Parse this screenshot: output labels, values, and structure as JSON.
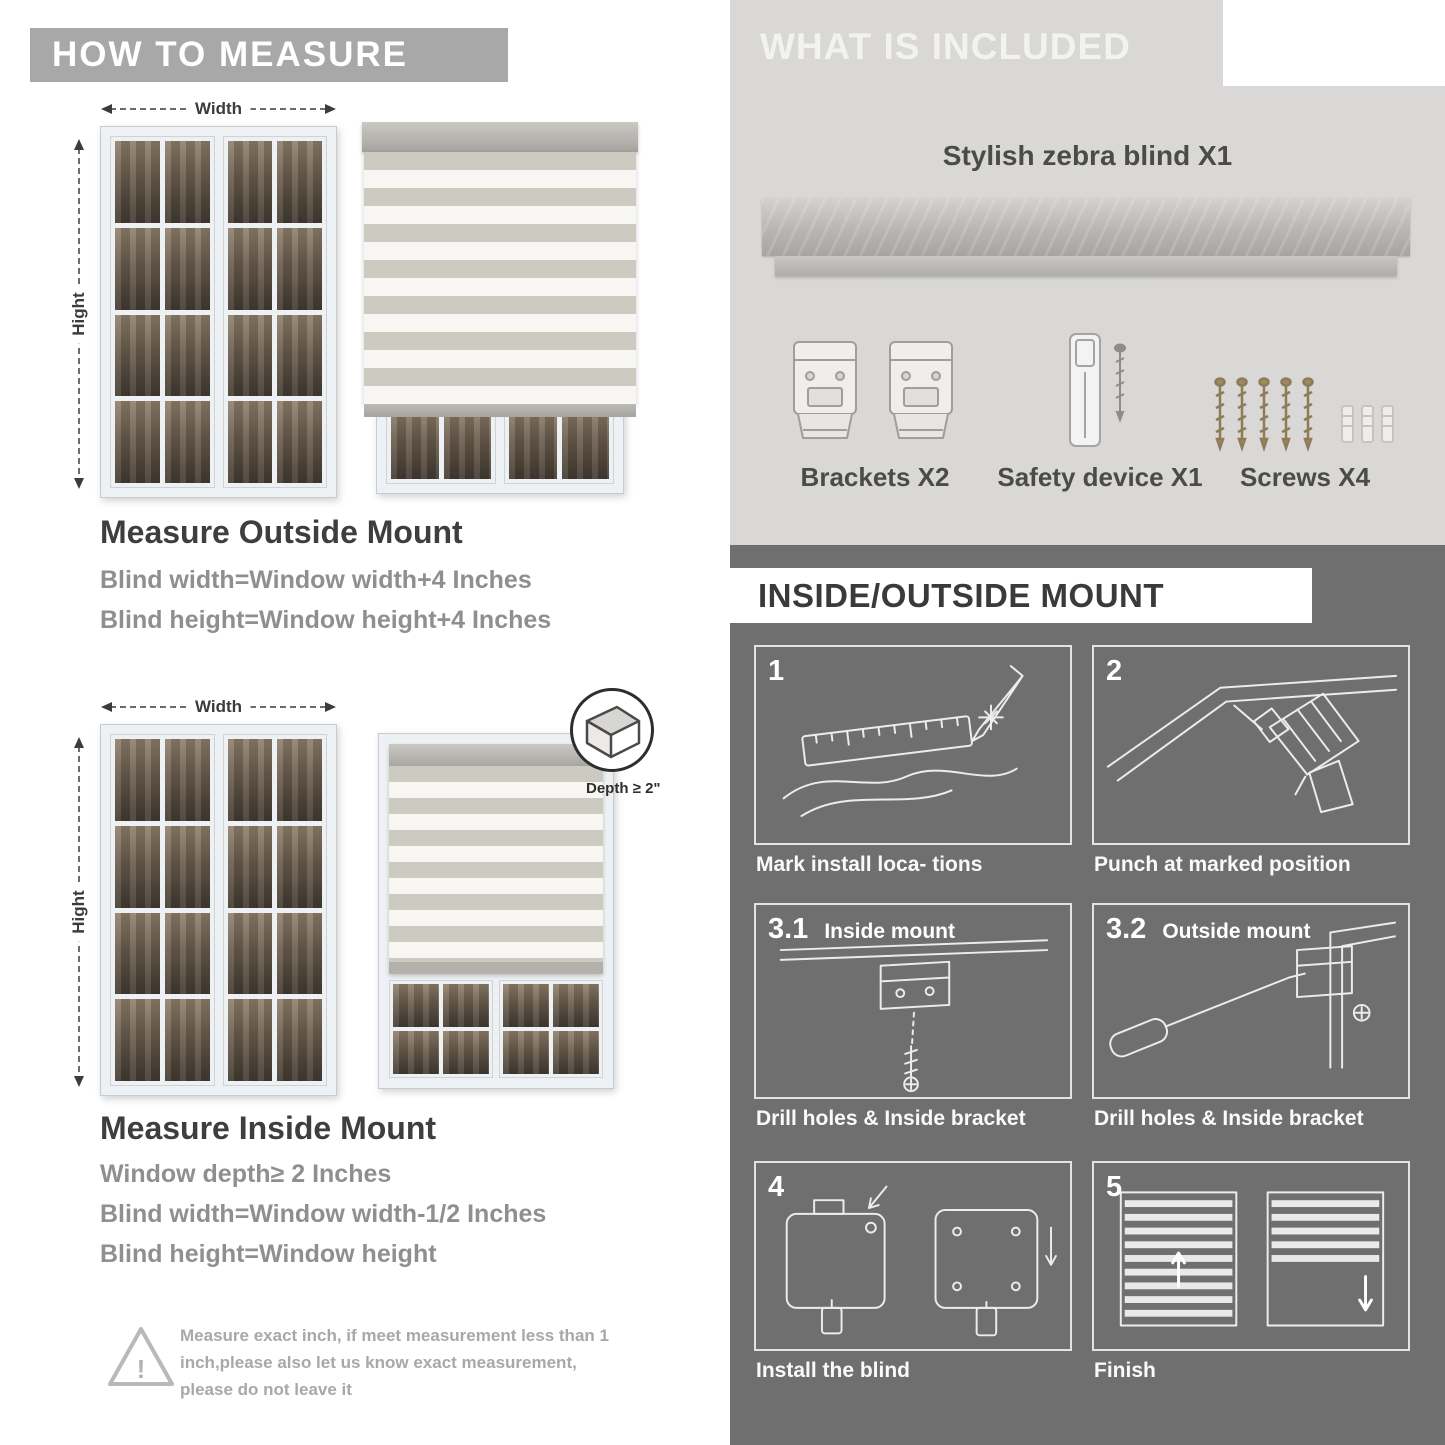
{
  "colors": {
    "banner_gray": "#a8a8a8",
    "included_bg": "#d9d8d6",
    "mount_bg": "#6f6f6f",
    "heading_dark": "#3e3e3e",
    "body_gray": "#8f8f8f",
    "stripe_gray": "#cdcac2",
    "stripe_light": "#f7f6f2"
  },
  "measure": {
    "banner": "HOW TO MEASURE",
    "outside": {
      "heading": "Measure Outside Mount",
      "lines": [
        "Blind width=Window width+4 Inches",
        "Blind height=Window height+4 Inches"
      ],
      "width_label": "Width",
      "height_label": "Hight"
    },
    "inside": {
      "heading": "Measure Inside Mount",
      "lines": [
        "Window depth≥ 2 Inches",
        "Blind width=Window width-1/2 Inches",
        "Blind height=Window height"
      ],
      "width_label": "Width",
      "height_label": "Hight",
      "depth_label": "Depth ≥ 2\""
    },
    "note_icon": "!",
    "note": "Measure exact inch, if meet measurement less than 1 inch,please also let us know exact measurement, please do not leave it"
  },
  "included": {
    "banner": "WHAT IS INCLUDED",
    "product_label": "Stylish zebra blind X1",
    "items": [
      {
        "label": "Brackets X2",
        "icon": "bracket-icon"
      },
      {
        "label": "Safety device X1",
        "icon": "safety-device-icon"
      },
      {
        "label": "Screws X4",
        "icon": "screw-icon"
      }
    ]
  },
  "mount_steps": {
    "banner": "INSIDE/OUTSIDE MOUNT",
    "steps": [
      {
        "num": "1",
        "title": "",
        "caption": "Mark install loca- tions"
      },
      {
        "num": "2",
        "title": "",
        "caption": "Punch at marked position"
      },
      {
        "num": "3.1",
        "title": "Inside mount",
        "caption": "Drill holes & Inside bracket"
      },
      {
        "num": "3.2",
        "title": "Outside mount",
        "caption": "Drill holes & Inside bracket"
      },
      {
        "num": "4",
        "title": "",
        "caption": "Install the blind"
      },
      {
        "num": "5",
        "title": "",
        "caption": "Finish"
      }
    ]
  }
}
